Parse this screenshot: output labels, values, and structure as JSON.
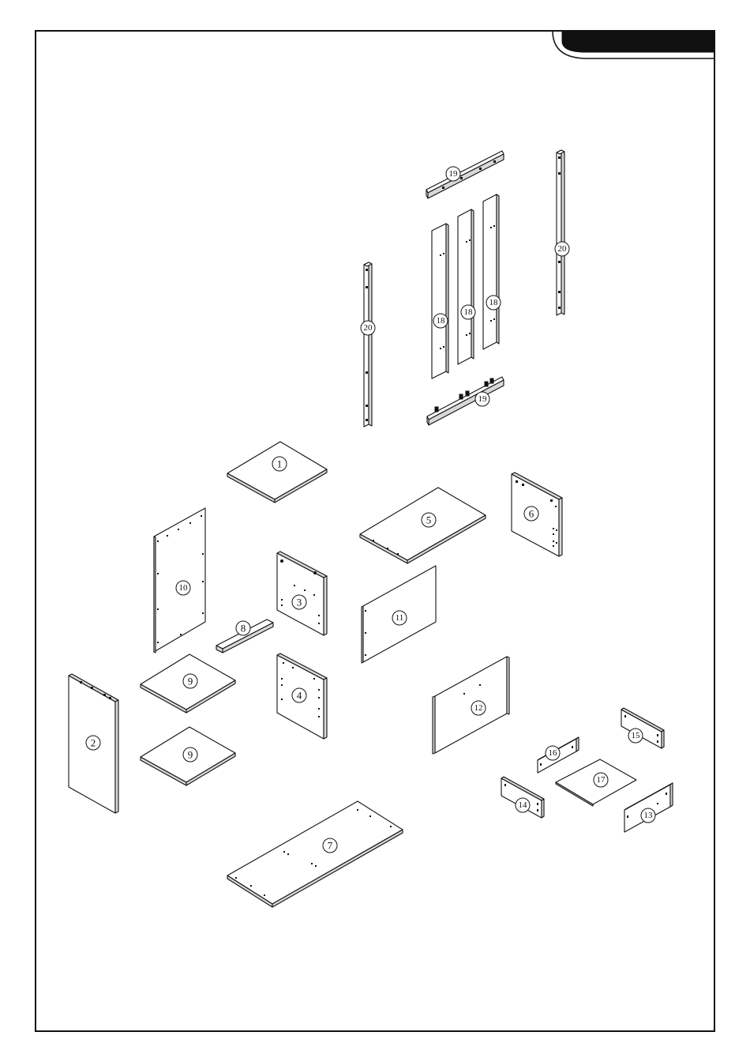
{
  "callouts": [
    "1",
    "2",
    "3",
    "4",
    "5",
    "6",
    "7",
    "8",
    "9",
    "10",
    "11",
    "12",
    "13",
    "14",
    "15",
    "16",
    "17",
    "18",
    "19",
    "20"
  ],
  "colors": {
    "line": "#111111",
    "paper": "#ffffff",
    "edge": "#d8d8d8"
  }
}
